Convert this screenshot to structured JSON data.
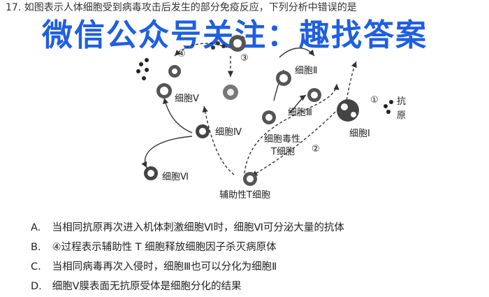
{
  "question": {
    "number": "17.",
    "stem": "如图表示人体细胞受到病毒攻击后发生的部分免疫反应，下列分析中错误的是"
  },
  "watermark": "微信公众号关注：趣找答案",
  "diagram": {
    "labels": {
      "cell1": "细胞Ⅰ",
      "cell2": "细胞Ⅱ",
      "cell3": "细胞Ⅲ",
      "cell4": "细胞Ⅳ",
      "cell5": "细胞Ⅴ",
      "cell6": "细胞Ⅵ",
      "cytotoxic_t_line1": "细胞毒性",
      "cytotoxic_t_line2": "T细胞",
      "helper_t": "辅助性T细胞",
      "antigen_line1": "抗",
      "antigen_line2": "原",
      "step1": "①",
      "step2": "②",
      "step3": "③",
      "step4": "④"
    }
  },
  "options": [
    {
      "letter": "A.",
      "text": "当相同抗原再次进入机体刺激细胞Ⅵ时，细胞Ⅵ可分泌大量的抗体"
    },
    {
      "letter": "B.",
      "text": "④过程表示辅助性 T 细胞释放细胞因子杀灭病原体"
    },
    {
      "letter": "C.",
      "text": "当相同病毒再次入侵时，细胞Ⅲ也可以分化为细胞Ⅱ"
    },
    {
      "letter": "D.",
      "text": "细胞Ⅴ膜表面无抗原受体是细胞分化的结果"
    }
  ]
}
